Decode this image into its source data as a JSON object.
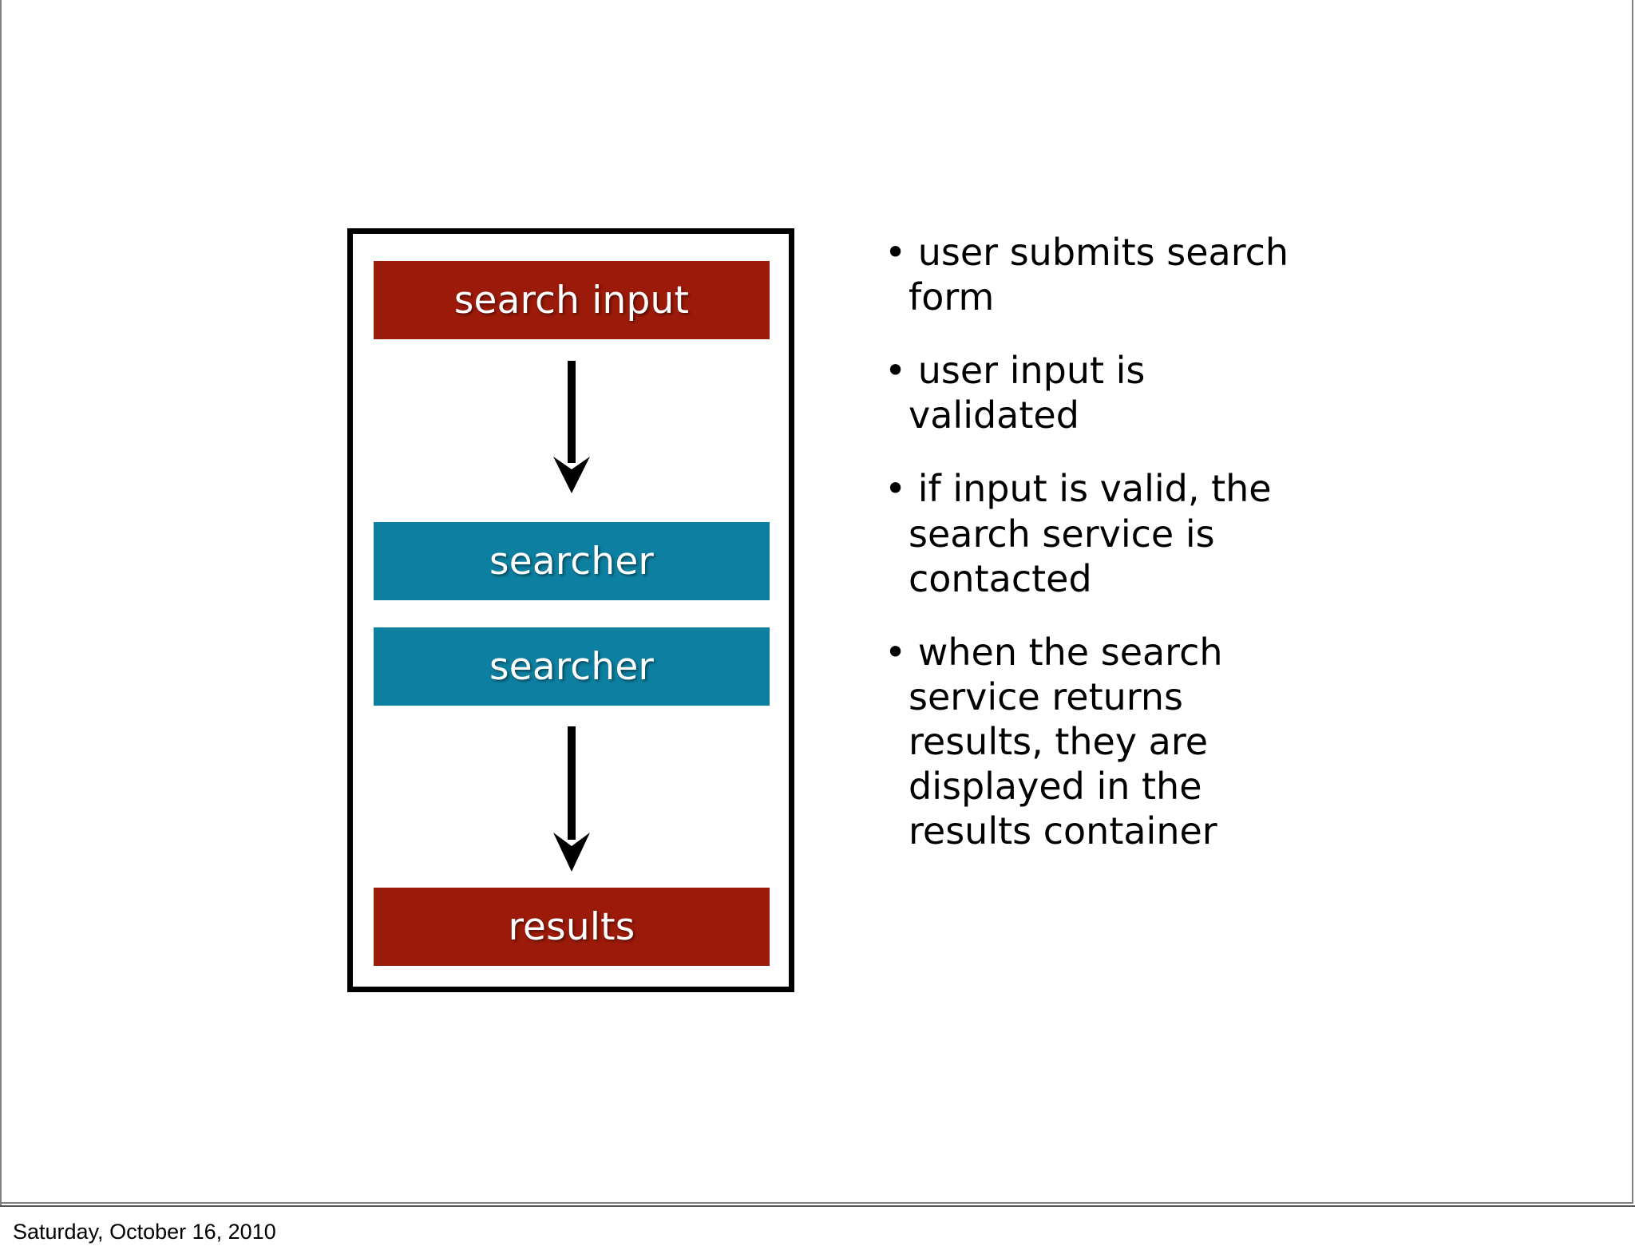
{
  "slide": {
    "background_color": "#ffffff",
    "border_color": "#808080"
  },
  "diagram": {
    "frame_border_color": "#000000",
    "colors": {
      "red": "#9C1A09",
      "teal": "#0D7FA0",
      "arrow": "#000000",
      "node_text": "#ffffff"
    },
    "nodes": [
      {
        "id": "search-input",
        "label": "search input",
        "color": "#9C1A09"
      },
      {
        "id": "searcher-1",
        "label": "searcher",
        "color": "#0D7FA0"
      },
      {
        "id": "searcher-2",
        "label": "searcher",
        "color": "#0D7FA0"
      },
      {
        "id": "results",
        "label": "results",
        "color": "#9C1A09"
      }
    ],
    "arrows": [
      {
        "id": "arrow-1",
        "from": "search input",
        "to": "searcher",
        "direction": "down"
      },
      {
        "id": "arrow-2",
        "from": "searcher",
        "to": "results",
        "direction": "down"
      }
    ]
  },
  "notes": {
    "bullets": [
      "• user submits search form",
      "• user input is validated",
      "• if input is valid, the search service is contacted",
      "• when the search service returns results, they are displayed in the results container"
    ]
  },
  "footer": {
    "date": "Saturday, October 16, 2010"
  }
}
